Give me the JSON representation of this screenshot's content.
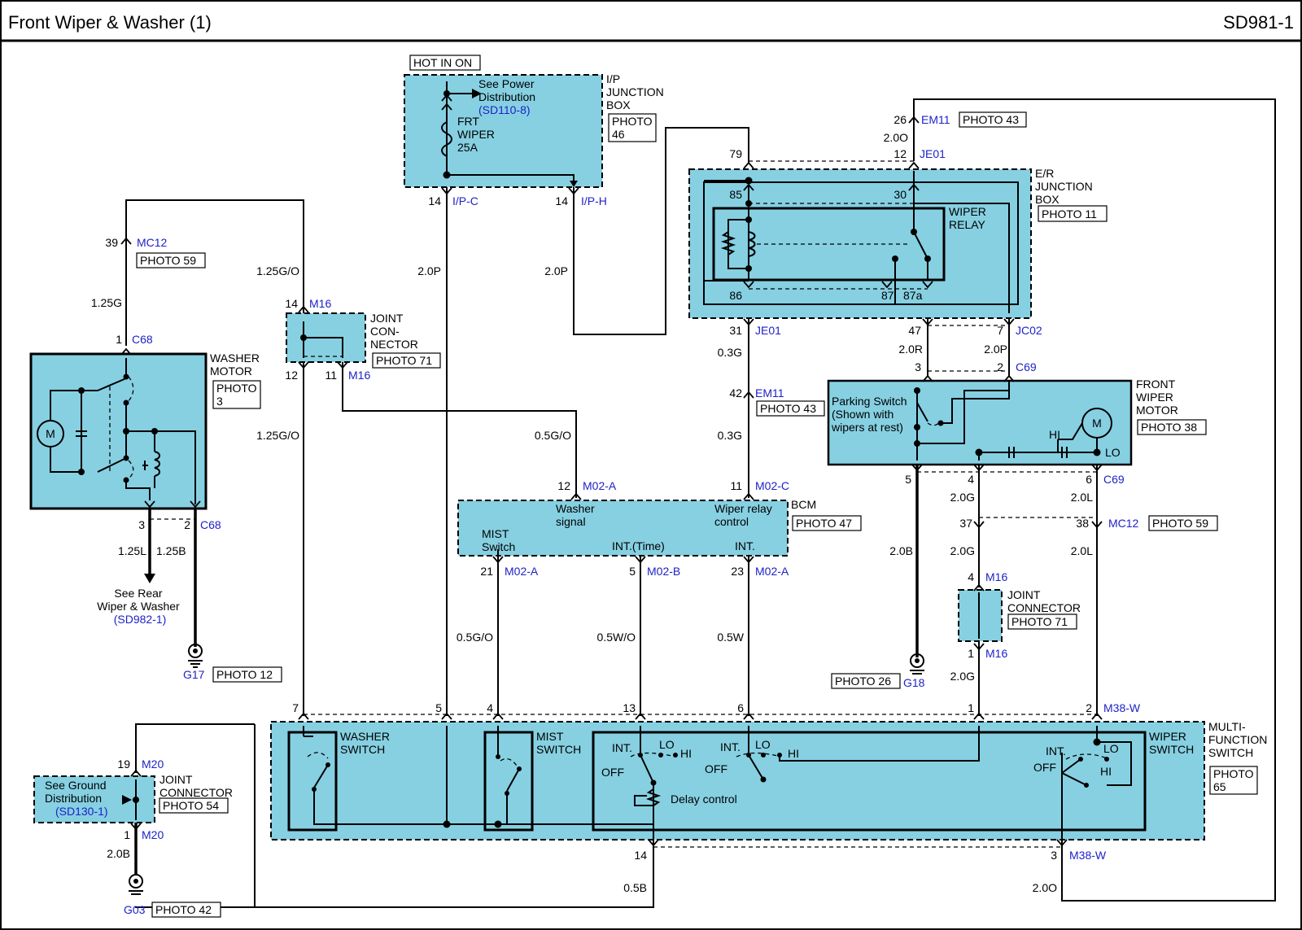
{
  "header": {
    "title": "Front Wiper & Washer (1)",
    "code": "SD981-1"
  },
  "ip_box": {
    "hot": "HOT IN ON",
    "l1": "See Power",
    "l2": "Distribution",
    "ref": "(SD110-8)",
    "fuse1": "FRT",
    "fuse2": "WIPER",
    "fuse3": "25A",
    "n1": "I/P",
    "n2": "JUNCTION",
    "n3": "BOX",
    "ph1": "PHOTO",
    "ph2": "46"
  },
  "ip_pins": {
    "p14a": "14",
    "c1": "I/P-C",
    "p14b": "14",
    "c2": "I/P-H"
  },
  "er_box": {
    "n1": "E/R",
    "n2": "JUNCTION",
    "n3": "BOX",
    "photo": "PHOTO 11",
    "relay1": "WIPER",
    "relay2": "RELAY",
    "p85": "85",
    "p30": "30",
    "p86": "86",
    "p87": "87",
    "p87a": "87a"
  },
  "er_pins": {
    "p26": "26",
    "em11": "EM11",
    "photo43": "PHOTO 43",
    "w20o": "2.0O",
    "p12": "12",
    "je01": "JE01",
    "p79": "79",
    "p31": "31",
    "je01b": "JE01",
    "p47": "47",
    "p7": "7",
    "jc02": "JC02",
    "w20r": "2.0R",
    "w20p": "2.0P",
    "p3": "3",
    "p2": "2",
    "c69": "C69"
  },
  "washer_motor": {
    "n1": "WASHER",
    "n2": "MOTOR",
    "ph1": "PHOTO",
    "ph2": "3",
    "m": "M",
    "p39": "39",
    "mc12": "MC12",
    "photo59": "PHOTO 59",
    "w125g": "1.25G",
    "p1": "1",
    "c68": "C68",
    "p3": "3",
    "p2": "2",
    "c68b": "C68",
    "w125l": "1.25L",
    "w125b": "1.25B",
    "rear1": "See Rear",
    "rear2": "Wiper & Washer",
    "rear3": "(SD982-1)",
    "g17": "G17",
    "photo12": "PHOTO 12"
  },
  "joint_m16": {
    "w125go": "1.25G/O",
    "p14": "14",
    "m16": "M16",
    "n1": "JOINT",
    "n2": "CON-",
    "n3": "NECTOR",
    "photo": "PHOTO 71",
    "p12": "12",
    "p11": "11",
    "m16b": "M16",
    "w125go2": "1.25G/O",
    "w05go": "0.5G/O"
  },
  "wires": {
    "w20p_a": "2.0P",
    "w20p_b": "2.0P",
    "w03g": "0.3G",
    "p42": "42",
    "em11": "EM11",
    "photo43": "PHOTO 43",
    "w03g_b": "0.3G"
  },
  "bcm": {
    "name": "BCM",
    "photo": "PHOTO 47",
    "ws1": "Washer",
    "ws2": "signal",
    "wr1": "Wiper relay",
    "wr2": "control",
    "mist1": "MIST",
    "mist2": "Switch",
    "int_time": "INT.(Time)",
    "int": "INT.",
    "p12": "12",
    "m02a": "M02-A",
    "p11": "11",
    "m02c": "M02-C",
    "p21": "21",
    "m02a_b": "M02-A",
    "p5": "5",
    "m02b": "M02-B",
    "p23": "23",
    "m02a_c": "M02-A",
    "w05go": "0.5G/O",
    "w05wo": "0.5W/O",
    "w05w": "0.5W"
  },
  "front_motor": {
    "n1": "FRONT",
    "n2": "WIPER",
    "n3": "MOTOR",
    "photo": "PHOTO 38",
    "ps1": "Parking Switch",
    "ps2": "(Shown with",
    "ps3": "wipers at rest)",
    "m": "M",
    "hi": "HI",
    "lo": "LO",
    "p5": "5",
    "p4": "4",
    "p6": "6",
    "c69": "C69",
    "w20g": "2.0G",
    "w20l": "2.0L",
    "p37": "37",
    "p38": "38",
    "mc12": "MC12",
    "photo59": "PHOTO 59",
    "w20g_b": "2.0G",
    "w20l_b": "2.0L",
    "w20b": "2.0B",
    "photo26": "PHOTO 26",
    "g18": "G18"
  },
  "joint_m16b": {
    "p4": "4",
    "m16": "M16",
    "n1": "JOINT",
    "n2": "CONNECTOR",
    "photo": "PHOTO 71",
    "p1": "1",
    "m16b": "M16",
    "w20g": "2.0G"
  },
  "mfs": {
    "n1": "MULTI-",
    "n2": "FUNCTION",
    "n3": "SWITCH",
    "ph1": "PHOTO",
    "ph2": "65",
    "washer1": "WASHER",
    "washer2": "SWITCH",
    "mist1": "MIST",
    "mist2": "SWITCH",
    "wiper1": "WIPER",
    "wiper2": "SWITCH",
    "int1": "INT.",
    "lo1": "LO",
    "hi1": "HI",
    "off1": "OFF",
    "int2": "INT.",
    "lo2": "LO",
    "hi2": "HI",
    "off2": "OFF",
    "int3": "INT.",
    "lo3": "LO",
    "hi3": "HI",
    "off3": "OFF",
    "delay": "Delay control",
    "p7": "7",
    "p5": "5",
    "p4": "4",
    "p13": "13",
    "p6": "6",
    "p1": "1",
    "p2": "2",
    "m38w": "M38-W",
    "p14": "14",
    "p3": "3",
    "m38w_b": "M38-W",
    "w05b": "0.5B",
    "w20o": "2.0O"
  },
  "ground_joint": {
    "p19": "19",
    "m20": "M20",
    "n1": "JOINT",
    "n2": "CONNECTOR",
    "photo": "PHOTO 54",
    "g1": "See Ground",
    "g2": "Distribution",
    "g3": "(SD130-1)",
    "p1": "1",
    "m20b": "M20",
    "w20b": "2.0B",
    "g03": "G03",
    "photo42": "PHOTO 42"
  }
}
